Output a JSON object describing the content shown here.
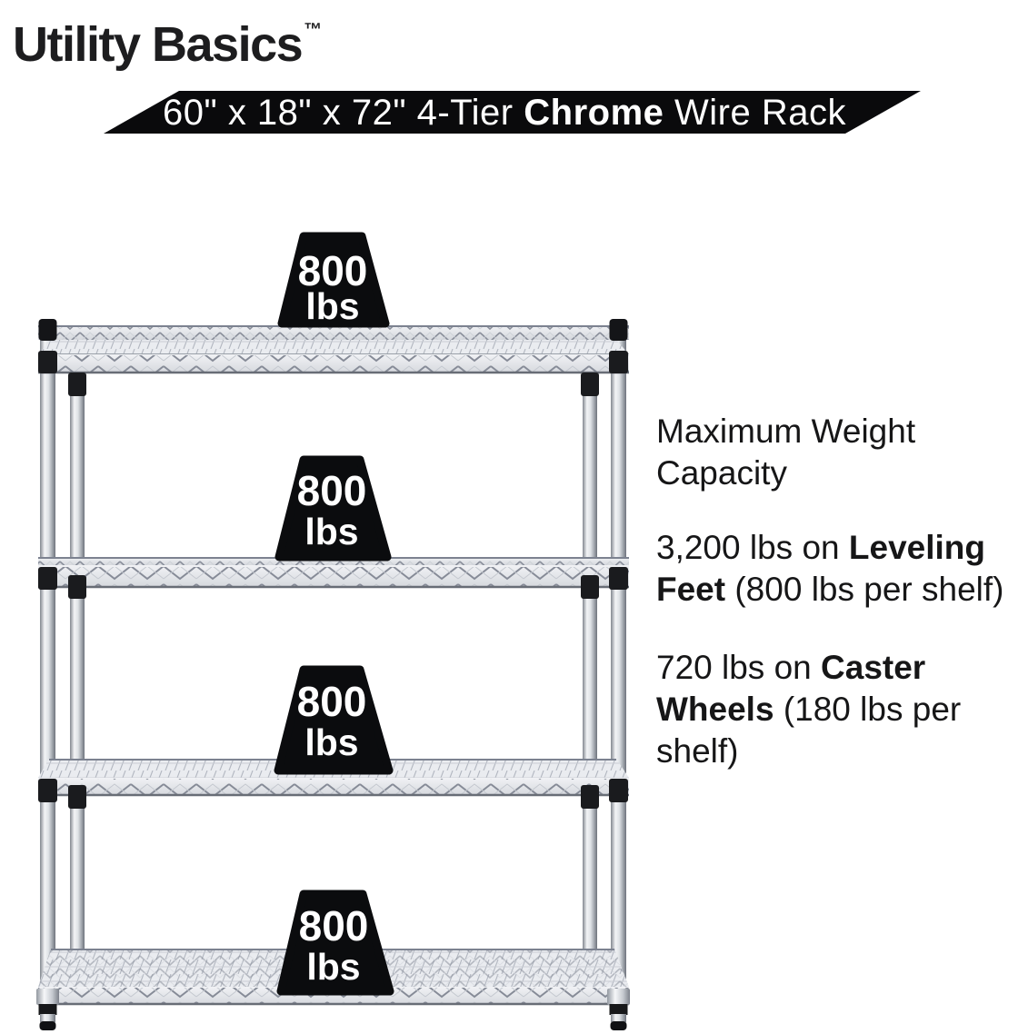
{
  "brand": {
    "name": "Utility Basics",
    "trademark": "™"
  },
  "banner": {
    "size_pre": "60\" x 18\" x 72\" 4-Tier ",
    "finish_bold": "Chrome",
    "product_post": " Wire Rack",
    "bg_color": "#0a0a0c",
    "text_color": "#ffffff"
  },
  "weight_markers": [
    {
      "value": "800",
      "unit": "lbs"
    },
    {
      "value": "800",
      "unit": "lbs"
    },
    {
      "value": "800",
      "unit": "lbs"
    },
    {
      "value": "800",
      "unit": "lbs"
    }
  ],
  "capacity_info": {
    "heading": "Maximum Weight Capacity",
    "leveling": {
      "pre": "3,200 lbs on ",
      "bold": "Leveling Feet",
      "post": " (800 lbs per shelf)"
    },
    "caster": {
      "pre": "720 lbs on ",
      "bold": "Caster Wheels",
      "post": " (180 lbs per shelf)"
    }
  },
  "rack": {
    "tier_count": "4",
    "marker_color": "#0b0c0e",
    "text_color": "#1d1d1f"
  }
}
